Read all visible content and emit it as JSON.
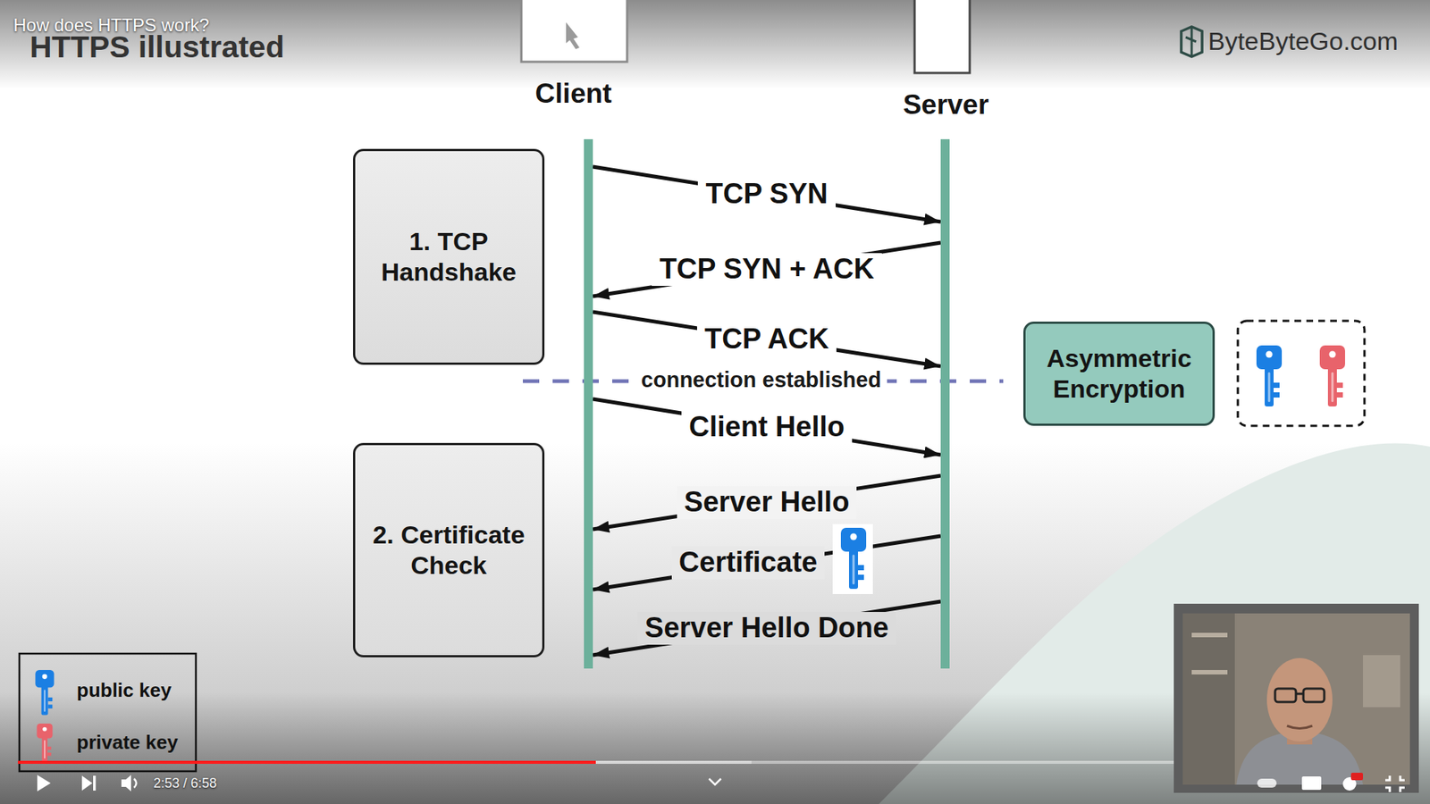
{
  "diagram": {
    "title": "HTTPS illustrated",
    "nodes": [
      {
        "text": [
          "Client"
        ]
      },
      {
        "text": [
          "Server"
        ]
      },
      {
        "text": [
          "1. TCP Handshake"
        ]
      },
      {
        "text": [
          "Asymmetric Encryption"
        ]
      },
      {
        "text": [
          "2. Certificate Check"
        ]
      }
    ],
    "edges": [
      {
        "from": 0,
        "to": 1,
        "label": "TCP SYN",
        "arrow": "to"
      },
      {
        "from": 1,
        "to": 0,
        "label": "TCP SYN + ACK",
        "arrow": "to"
      },
      {
        "from": 0,
        "to": 1,
        "label": "TCP ACK",
        "arrow": "to"
      },
      {
        "from": 0,
        "to": 1,
        "label": "Client Hello",
        "arrow": "to"
      },
      {
        "from": 1,
        "to": 0,
        "label": "Server Hello",
        "arrow": "to"
      },
      {
        "from": 1,
        "to": 0,
        "label": "Certificate",
        "arrow": "to"
      },
      {
        "from": 1,
        "to": 0,
        "label": "Server Hello Done",
        "arrow": "to"
      }
    ],
    "labels": [
      "How does HTTPS work?",
      "connection established",
      "ByteByteGo.com",
      "2:53 / 6:58"
    ],
    "legend": [
      {
        "text": "public key"
      },
      {
        "text": "private key"
      }
    ]
  }
}
